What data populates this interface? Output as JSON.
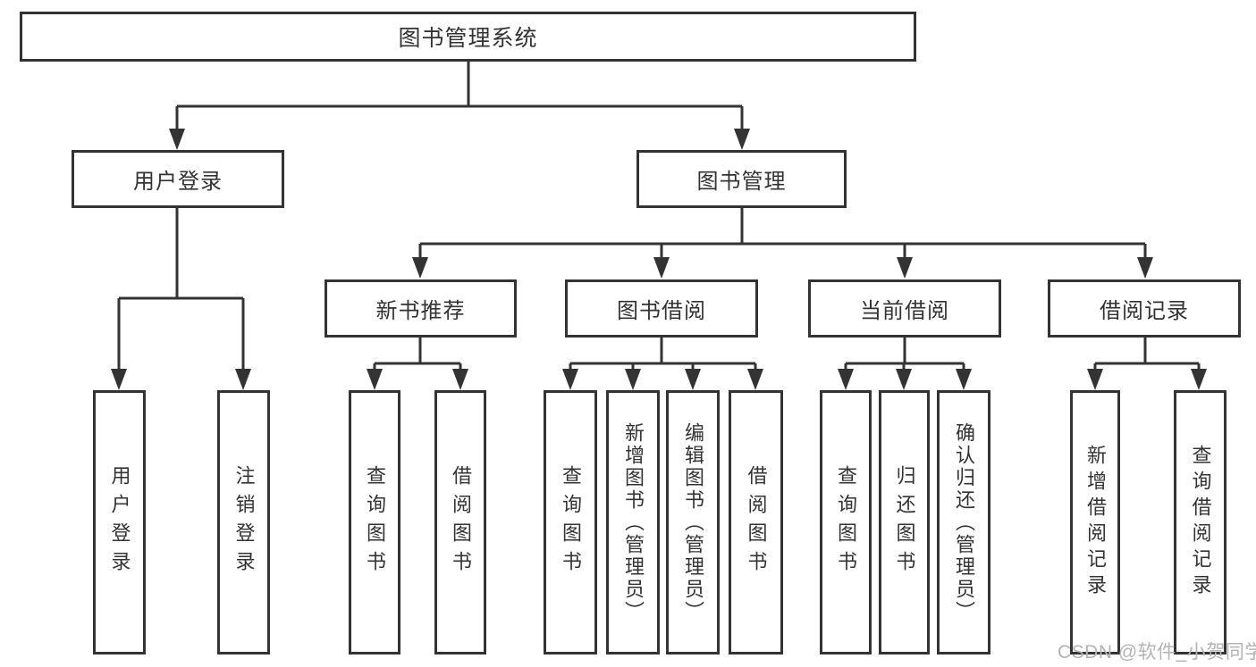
{
  "tree": {
    "root": {
      "label": "图书管理系统",
      "children": [
        {
          "label": "用户登录",
          "children": [
            {
              "label": "用户登录"
            },
            {
              "label": "注销登录"
            }
          ]
        },
        {
          "label": "图书管理",
          "children": [
            {
              "label": "新书推荐",
              "children": [
                {
                  "label": "查询图书"
                },
                {
                  "label": "借阅图书"
                }
              ]
            },
            {
              "label": "图书借阅",
              "children": [
                {
                  "label": "查询图书"
                },
                {
                  "label": "新增图书（管理员）"
                },
                {
                  "label": "编辑图书（管理员）"
                },
                {
                  "label": "借阅图书"
                }
              ]
            },
            {
              "label": "当前借阅",
              "children": [
                {
                  "label": "查询图书"
                },
                {
                  "label": "归还图书"
                },
                {
                  "label": "确认归还（管理员）"
                }
              ]
            },
            {
              "label": "借阅记录",
              "children": [
                {
                  "label": "新增借阅记录"
                },
                {
                  "label": "查询借阅记录"
                }
              ]
            }
          ]
        }
      ]
    }
  },
  "watermark": {
    "text": "CSDN @软件_小贺同学"
  },
  "colors": {
    "line": "#333333",
    "text": "#333333",
    "watermark": "#b3b3b3",
    "background": "#ffffff"
  }
}
